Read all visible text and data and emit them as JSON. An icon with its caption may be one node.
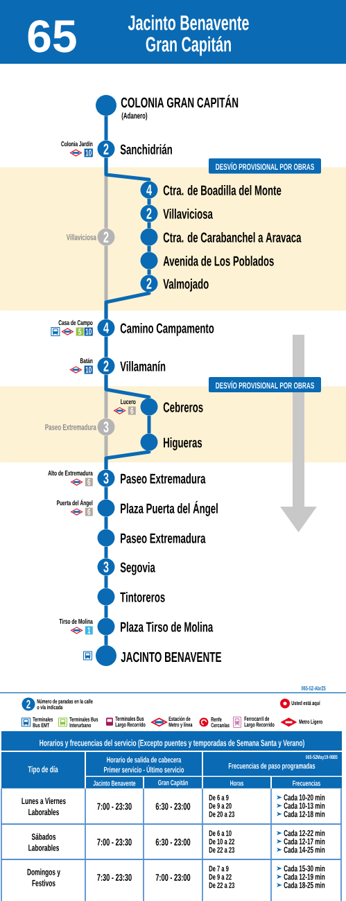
{
  "diagram": {
    "title": "Jacinto Benavente Gran Capitán",
    "nodes": [
      {
        "text": [],
        "shape": "circle",
        "beside": [
          "COLONIA GRAN CAPITÁN",
          "(Adanero)"
        ]
      },
      {
        "text": [
          "2"
        ],
        "beside": [
          "Sanchidrián",
          "Colonia Jardín",
          "10"
        ]
      },
      {
        "text": [
          "DESVÍO PROVISIONAL POR OBRAS"
        ]
      },
      {
        "text": [
          "4"
        ],
        "beside": [
          "Ctra. de Boadilla del Monte"
        ],
        "in": 2
      },
      {
        "text": [
          "2"
        ],
        "beside": [
          "Villaviciosa"
        ],
        "in": 2
      },
      {
        "text": [
          "2"
        ],
        "beside": [
          "Villaviciosa"
        ],
        "in": 2
      },
      {
        "text": [],
        "shape": "circle",
        "beside": [
          "Ctra. de Carabanchel a Aravaca"
        ],
        "in": 2
      },
      {
        "text": [],
        "shape": "circle",
        "beside": [
          "Avenida de Los Poblados"
        ],
        "in": 2
      },
      {
        "text": [
          "2"
        ],
        "beside": [
          "Valmojado"
        ],
        "in": 2
      },
      {
        "text": [
          "4"
        ],
        "beside": [
          "Camino Campamento",
          "Casa de Campo",
          "5",
          "10"
        ]
      },
      {
        "text": [
          "2"
        ],
        "beside": [
          "Villamanín",
          "Batán",
          "10"
        ]
      },
      {
        "text": [
          "DESVÍO PROVISIONAL POR OBRAS"
        ]
      },
      {
        "text": [],
        "shape": "circle",
        "beside": [
          "Cebreros",
          "Lucero",
          "6"
        ],
        "in": 11
      },
      {
        "text": [
          "3"
        ],
        "beside": [
          "Paseo Extremadura"
        ],
        "in": 11
      },
      {
        "text": [],
        "shape": "circle",
        "beside": [
          "Higueras"
        ],
        "in": 11
      },
      {
        "text": [
          "3"
        ],
        "beside": [
          "Paseo Extremadura",
          "Alto de Extremadura",
          "6"
        ]
      },
      {
        "text": [],
        "shape": "circle",
        "beside": [
          "Plaza Puerta del Ángel",
          "Puerta del Ángel",
          "6"
        ]
      },
      {
        "text": [],
        "shape": "circle",
        "beside": [
          "Paseo Extremadura"
        ]
      },
      {
        "text": [
          "3"
        ],
        "beside": [
          "Segovia"
        ]
      },
      {
        "text": [],
        "shape": "circle",
        "beside": [
          "Tintoreros"
        ]
      },
      {
        "text": [],
        "shape": "circle",
        "beside": [
          "Plaza Tirso de Molina",
          "Tirso de Molina",
          "1"
        ]
      },
      {
        "text": [],
        "shape": "circle",
        "beside": [
          "JACINTO BENAVENTE"
        ]
      }
    ],
    "edges": [
      {
        "from": 0,
        "to": 1,
        "arrow": "none"
      },
      {
        "from": 1,
        "to": 3,
        "arrow": "none"
      },
      {
        "from": 3,
        "to": 4,
        "arrow": "none"
      },
      {
        "from": 4,
        "to": 6,
        "arrow": "none"
      },
      {
        "from": 6,
        "to": 7,
        "arrow": "none"
      },
      {
        "from": 7,
        "to": 8,
        "arrow": "none"
      },
      {
        "from": 8,
        "to": 9,
        "arrow": "none"
      },
      {
        "from": 1,
        "to": 5,
        "arrow": "none",
        "color": "#b4b4b4"
      },
      {
        "from": 5,
        "to": 9,
        "arrow": "none",
        "color": "#b4b4b4"
      },
      {
        "from": 9,
        "to": 10,
        "arrow": "none"
      },
      {
        "from": 10,
        "to": 12,
        "arrow": "none"
      },
      {
        "from": 12,
        "to": 14,
        "arrow": "none"
      },
      {
        "from": 14,
        "to": 15,
        "arrow": "none"
      },
      {
        "from": 10,
        "to": 13,
        "arrow": "none",
        "color": "#b4b4b4"
      },
      {
        "from": 13,
        "to": 15,
        "arrow": "none",
        "color": "#b4b4b4"
      },
      {
        "from": 15,
        "to": 16,
        "arrow": "none"
      },
      {
        "from": 16,
        "to": 17,
        "arrow": "none"
      },
      {
        "from": 17,
        "to": 18,
        "arrow": "none"
      },
      {
        "from": 18,
        "to": 19,
        "arrow": "none"
      },
      {
        "from": 19,
        "to": 20,
        "arrow": "none"
      },
      {
        "from": 20,
        "to": 21,
        "arrow": "none"
      }
    ],
    "labels": [
      "65",
      "065-52-Abr25",
      "2",
      "Horarios y frecuencias del servicio (Excepto puentes y temporadas de Semana Santa y Verano)",
      "Tipo de día",
      "Horario de salida de cabecera",
      "Primer servicio - Último servicio",
      "065-52May19-9885",
      "Frecuencias de paso programadas",
      "Jacinto Benavente",
      "Gran Capitán",
      "Horas",
      "Frecuencias",
      "Lunes a Viernes Laborables",
      "7:00 - 23:30",
      "6:30 - 23:00",
      "De 6 a 9",
      "De 9 a 20",
      "De 20 a 23",
      "Cada 10-20 min",
      "Cada 10-13 min",
      "Cada 12-18 min",
      "Sábados Laborables",
      "7:00 - 23:30",
      "6:30 - 23:00",
      "De 6 a 10",
      "De 10 a 22",
      "De 22 a 23",
      "Cada 12-22 min",
      "Cada 12-17 min",
      "Cada 14-25 min",
      "Domingos y Festivos",
      "7:30 - 23:30",
      "7:00 - 23:00",
      "De 7 a 9",
      "De 9 a 22",
      "De 22 a 23",
      "Cada 15-30 min",
      "Cada 12-19 min",
      "Cada 18-25 min"
    ],
    "legend": [
      {
        "text": "Número de paradas en la calle o vía indicada"
      },
      {
        "text": "Usted está aquí"
      },
      {
        "text": "Terminales Bus EMT"
      },
      {
        "text": "Terminales Bus Interurbano"
      },
      {
        "text": "Terminales Bus Largo Recorrido"
      },
      {
        "text": "Estación de Metro y línea"
      },
      {
        "text": "Renfe Cercanías"
      },
      {
        "text": "Ferrocarril de Largo Recorrido"
      },
      {
        "text": "Metro Ligero"
      }
    ]
  }
}
